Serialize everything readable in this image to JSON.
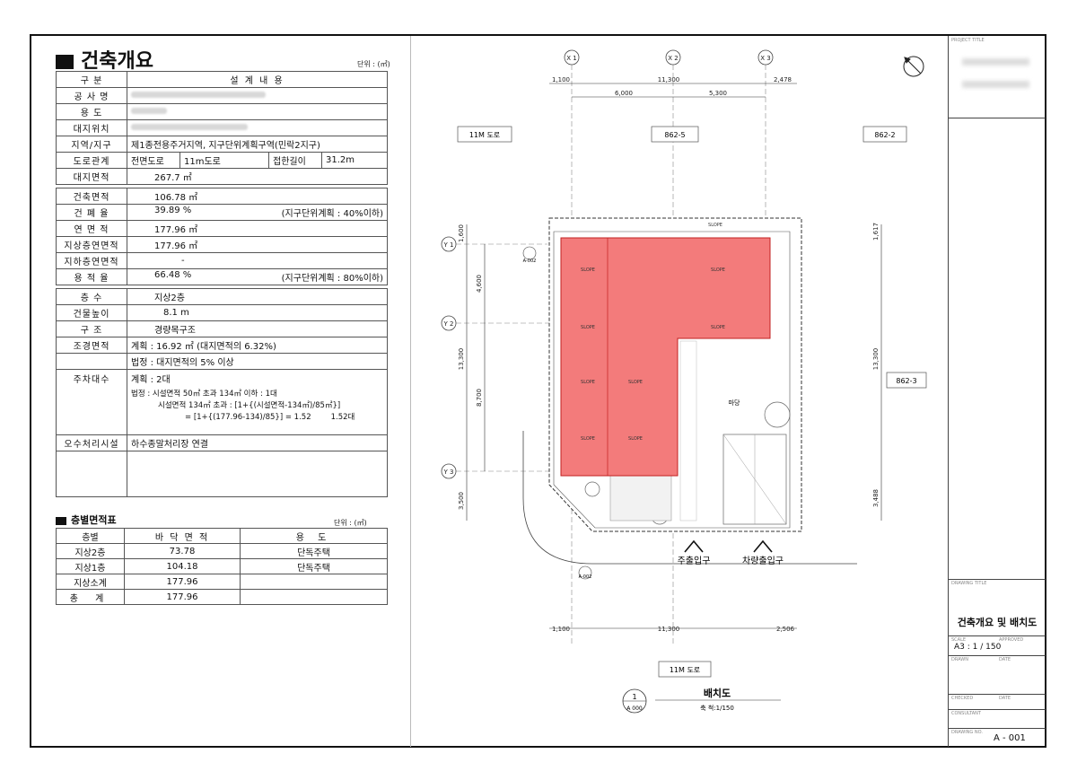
{
  "overview": {
    "title": "건축개요",
    "unit": "단위 : (㎡)",
    "header": [
      "구 분",
      "설 계 내 용"
    ],
    "rows": {
      "project_name": "공 사 명",
      "use": "용 도",
      "site_location": "대지위치",
      "zone_label": "지역/지구",
      "zone_value": "제1종전용주거지역, 지구단위계획구역(민락2지구)",
      "road_label": "도로관계",
      "road_front": "전면도로",
      "road_width": "11m도로",
      "road_contact": "접한길이",
      "road_contact_value": "31.2m",
      "site_area_label": "대지면적",
      "site_area": "267.7 ㎡",
      "building_area_label": "건축면적",
      "building_area": "106.78 ㎡",
      "bcr_label": "건 폐 율",
      "bcr": "39.89 %",
      "bcr_note": "(지구단위계획 : 40%이하)",
      "gfa_label": "연 면 적",
      "gfa": "177.96 ㎡",
      "above_label": "지상층연면적",
      "above": "177.96 ㎡",
      "below_label": "지하층연면적",
      "below": "-",
      "far_label": "용 적 율",
      "far": "66.48 %",
      "far_note": "(지구단위계획 : 80%이하)",
      "floors_label": "층 수",
      "floors": "지상2층",
      "height_label": "건물높이",
      "height": "8.1 m",
      "structure_label": "구 조",
      "structure": "경량목구조",
      "landscape_label": "조경면적",
      "landscape_plan": "계획 : 16.92 ㎡  (대지면적의 6.32%)",
      "landscape_law": "법정 : 대지면적의 5% 이상",
      "parking_label": "주차대수",
      "parking_plan": "계획 : 2대",
      "parking_law1": "법정 : 시설면적 50㎡ 초과 134㎡ 이하 : 1대",
      "parking_law2": "시설면적 134㎡ 초과 : [1+{(시설면적-134㎡)/85㎡}]",
      "parking_law3": "= [1+{(177.96-134)/85}] = 1.52",
      "parking_law3b": "1.52대",
      "sewage_label": "오수처리시설",
      "sewage": "하수종말처리장 연결"
    }
  },
  "floor_table": {
    "title": "층별면적표",
    "unit": "단위 : (㎡)",
    "headers": [
      "층별",
      "바 닥 면 적",
      "용 도"
    ],
    "rows": [
      [
        "지상2층",
        "73.78",
        "단독주택"
      ],
      [
        "지상1층",
        "104.18",
        "단독주택"
      ],
      [
        "지상소계",
        "177.96",
        ""
      ],
      [
        "총 계",
        "177.96",
        ""
      ]
    ]
  },
  "site_plan": {
    "grid_x": [
      "X 1",
      "X 2",
      "X 3"
    ],
    "grid_y": [
      "Y 1",
      "Y 2",
      "Y 3"
    ],
    "dims_top1": [
      "1,100",
      "11,300",
      "2,478"
    ],
    "dims_top2": [
      "6,000",
      "5,300"
    ],
    "dims_bottom": [
      "1,100",
      "11,300",
      "2,506"
    ],
    "dims_left_outer": [
      "1,600",
      "13,300",
      "3,500"
    ],
    "dims_left_inner": [
      "4,600",
      "8,700"
    ],
    "dims_right": [
      "1,617",
      "13,300",
      "3,488"
    ],
    "road_left": "11M 도로",
    "road_bottom": "11M 도로",
    "lot_top": "862-5",
    "lot_top_right": "862-2",
    "lot_right": "862-3",
    "entrance_main": "주출입구",
    "entrance_car": "차량출입구",
    "yard": "마당",
    "slope": "SLOPE",
    "ref_a002": "A-002",
    "title_num": "1",
    "title_ref": "A 000",
    "title": "배치도",
    "scale": "축 척:1/150"
  },
  "title_block": {
    "drawing_title": "건축개요 및 배치도",
    "scale": "A3 : 1 / 150",
    "sheet_no": "A - 001",
    "labels": [
      "PROJECT TITLE",
      "DRAWING TITLE",
      "SCALE",
      "APPROVED",
      "DRAWN",
      "DATE",
      "CHECKED",
      "DATE",
      "CONSULTANT",
      "DRAWING NO."
    ]
  },
  "colors": {
    "roof": "#f37b7b",
    "roof_stroke": "#c22020"
  }
}
